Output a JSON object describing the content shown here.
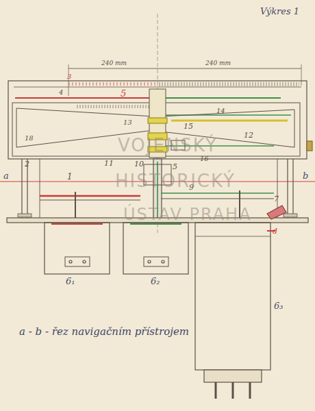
{
  "diagram": {
    "labels": [
      "Výkres 1",
      "240 mm",
      "240 mm",
      "3",
      "4",
      "5",
      "13",
      "18",
      "2",
      "11",
      "10",
      "5",
      "1",
      "14",
      "15",
      "12",
      "16",
      "9",
      "7",
      "d",
      "a",
      "b",
      "6₁",
      "6₂",
      "6₃",
      "a - b - řez navigačním přístrojem",
      "VOJENSKÝ",
      "HISTORICKÝ",
      "ÚSTAV PRAHA"
    ]
  }
}
